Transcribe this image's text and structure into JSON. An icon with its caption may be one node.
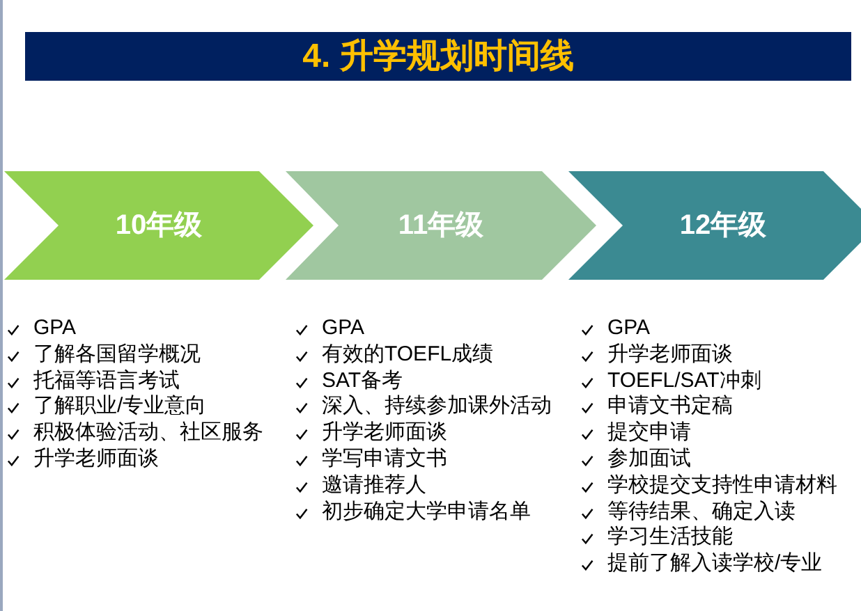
{
  "diagram": {
    "title": "4. 升学规划时间线",
    "nodes": [
      {
        "text": [
          "10年级"
        ],
        "beside": [
          "GPA",
          "了解各国留学概况",
          "托福等语言考试",
          "了解职业/专业意向",
          "积极体验活动、社区服务",
          "升学老师面谈"
        ]
      },
      {
        "text": [
          "11年级"
        ],
        "beside": [
          "GPA",
          "有效的TOEFL成绩",
          "SAT备考",
          "深入、持续参加课外活动",
          "升学老师面谈",
          "学写申请文书",
          "邀请推荐人",
          "初步确定大学申请名单"
        ]
      },
      {
        "text": [
          "12年级"
        ],
        "beside": [
          "GPA",
          "升学老师面谈",
          "TOEFL/SAT冲刺",
          "申请文书定稿",
          "提交申请",
          "参加面试",
          "学校提交支持性申请材料",
          "等待结果、确定入读",
          "学习生活技能",
          "提前了解入读学校/专业"
        ]
      }
    ]
  }
}
